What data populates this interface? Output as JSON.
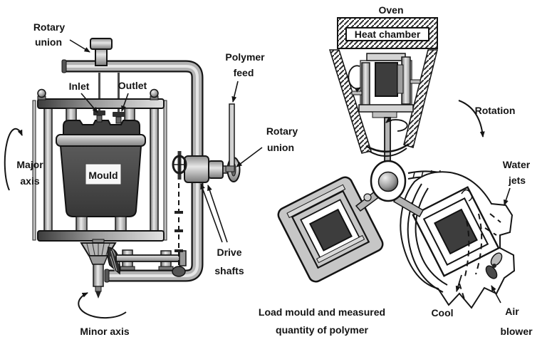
{
  "colors": {
    "ink": "#141414",
    "metal_light": "#d9d9d9",
    "metal_mid": "#a9a9a9",
    "metal_dark": "#5f5f5f",
    "mould_dark": "#3d3d3d",
    "station_gray": "#c6c6c6",
    "background": "#ffffff"
  },
  "left_machine": {
    "labels": {
      "rotary_union_top": [
        "Rotary",
        "union"
      ],
      "inlet": "Inlet",
      "outlet": "Outlet",
      "polymer_feed": [
        "Polymer",
        "feed"
      ],
      "rotary_union_side": [
        "Rotary",
        "union"
      ],
      "major_axis": [
        "Major",
        "axis"
      ],
      "mould": "Mould",
      "drive_shafts": [
        "Drive",
        "shafts"
      ],
      "minor_axis": "Minor axis"
    }
  },
  "right_carousel": {
    "labels": {
      "oven": "Oven",
      "heat_chamber": "Heat chamber",
      "rotation": "Rotation",
      "water_jets": [
        "Water",
        "jets"
      ],
      "cool": "Cool",
      "air_blower": [
        "Air",
        "blower"
      ],
      "load_station": [
        "Load mould and measured",
        "quantity of polymer"
      ]
    }
  }
}
